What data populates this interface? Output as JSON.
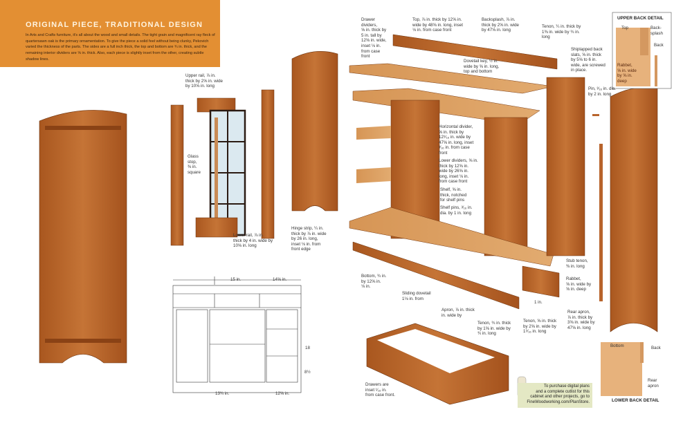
{
  "header": {
    "title": "ORIGINAL PIECE, TRADITIONAL DESIGN",
    "body": "In Arts and Crafts furniture, it's all about the wood and small details. The tight grain and magnificent ray fleck of quartersawn oak is the primary ornamentation. To give the piece a solid feel without being clunky, Pekovich varied the thickness of the parts. The sides are a full inch thick, the top and bottom are ¾ in. thick, and the remaining interior dividers are ⅝ in. thick. Also, each piece is slightly inset from the other, creating subtle shadow lines."
  },
  "labels": {
    "drawer_dividers": "Drawer\ndividers,\n⅝ in. thick by\n5 in. tall by\n12⅝ in. wide,\ninset ⅛ in.\nfrom case\nfront",
    "top": "Top, ⅞ in. thick by 12⅝ in.\nwide by 48⅝ in. long, inset\n⅛ in. from case front",
    "backsplash": "Backsplash, ⅞ in.\nthick by 2⅝ in. wide\nby 47⅝ in. long",
    "tenon_top": "Tenon, ¼ in. thick by\n1⅜ in. wide by ¾ in.\nlong",
    "shiplapped": "Shiplapped back\nslats, ⅝ in. thick\nby 5⅝ to 6 in.\nwide, are screwed\nin place.",
    "dovetail_key": "Dovetail key, ½ in.\nwide by ⅝ in. long,\ntop and bottom",
    "pin": "Pin, ³⁄₁₆ in. dia.\nby 2 in. long",
    "upper_rail": "Upper rail, ⅞ in.\nthick by 2⅝ in. wide\nby 10⅝ in. long",
    "glass_stop": "Glass\nstop,\n⅜ in.\nsquare",
    "lower_rail": "Lower rail, ⅞ in.\nthick by 4 in. wide by\n10⅝ in. long",
    "hinge_strip": "Hinge strip, ¼ in.\nthick by ⅞ in. wide\nby 26 in. long,\ninset ⅛ in. from\nfront edge",
    "horizontal_divider": "Horizontal divider,\n⅝ in. thick by\n12⁹⁄₁₆ in. wide by\n47⅝ in. long, inset\n³⁄₁₆ in. from case\nfront",
    "lower_dividers": "Lower dividers, ⅝ in.\nthick by 12⅝ in.\nwide by 26⅝ in.\nlong, inset ⅛ in.\nfrom case front",
    "shelf": "Shelf, ⅝ in.\nthick, notched\nfor shelf pins",
    "shelf_pins": "Shelf pins, ³⁄₁₆ in.\ndia. by 1 in. long",
    "stub_tenon": "Stub tenon,\n⅜ in. long",
    "rabbet": "Rabbet,\n⅝ in. wide by\n⅝ in. deep",
    "one_in": "1 in.",
    "rear_apron": "Rear apron,\n⅞ in. thick by\n3⅝ in. wide by\n47⅝ in. long",
    "bottom": "Bottom, ¾ in.\nby 12⅝ in.\n⅛ in.",
    "sliding_dovetail": "Sliding dovetail\n1⅛ in. from",
    "apron": "Apron, ⅞ in. thick\nin. wide by",
    "tenon_a": "Tenon, ¾ in. thick\nby 1⅝ in. wide by\n¾ in. long",
    "tenon_b": "Tenon, ⅝ in. thick\nby 2⅝ in. wide by\n1⁹⁄₁₆ in. long",
    "drawers": "Drawers are\ninset ¹⁄₁₆ in.\nfrom case front."
  },
  "upper_detail": {
    "title": "UPPER BACK DETAIL",
    "top": "Top",
    "backsplash": "Back-\nsplash",
    "back": "Back",
    "rabbet": "Rabbet,\n⅝ in. wide\nby ⅝ in.\ndeep"
  },
  "lower_detail": {
    "title": "LOWER BACK DETAIL",
    "bottom": "Bottom",
    "back": "Back",
    "rear_apron": "Rear\napron"
  },
  "drawing": {
    "dim_15": "15 in.",
    "dim_14": "14⅝ in.",
    "dim_18": "18",
    "dim_8": "8½",
    "dim_13": "13¾ in.",
    "dim_12": "12⅝ in."
  },
  "plan_store": "To purchase digital plans\nand a complete cutlist for this\ncabinet and other projects, go to\nFineWoodworking.com/PlanStore.",
  "colors": {
    "header": "#e38f33",
    "wood": "#b8642c",
    "wood_light": "#d99a5c"
  }
}
